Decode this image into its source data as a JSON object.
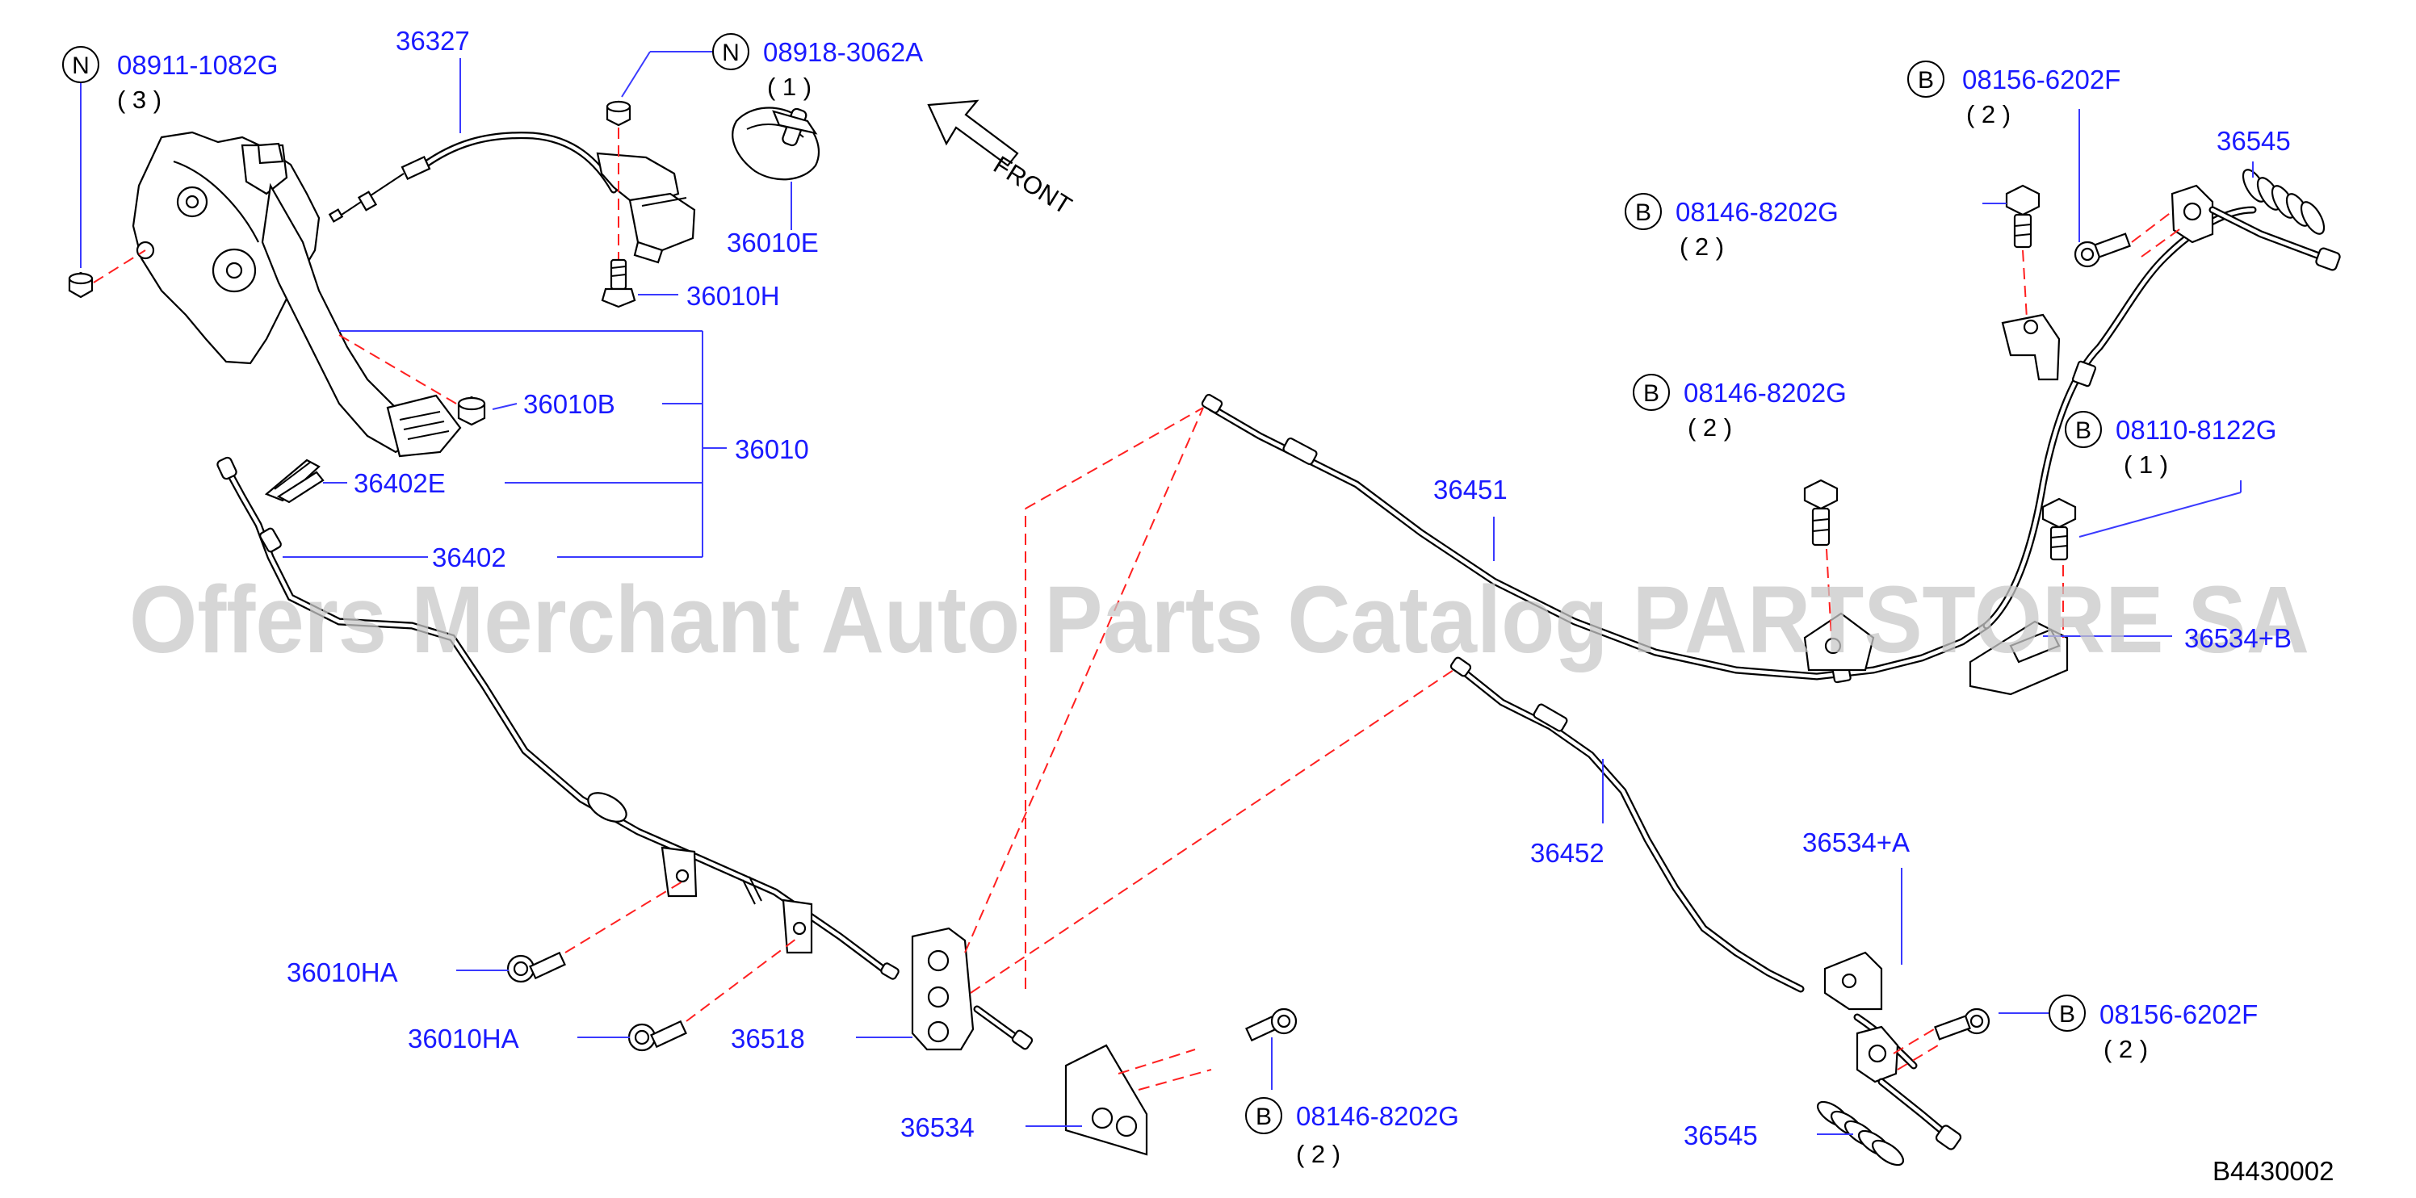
{
  "labels": {
    "p08911": "08911-1082G",
    "p08911_qty": "( 3 )",
    "p36327": "36327",
    "p08918": "08918-3062A",
    "p08918_qty": "( 1 )",
    "p36010E": "36010E",
    "p36010H": "36010H",
    "p36010B": "36010B",
    "p36010": "36010",
    "p36402E": "36402E",
    "p36402": "36402",
    "p36010HA_1": "36010HA",
    "p36010HA_2": "36010HA",
    "p36518": "36518",
    "p36534": "36534",
    "p08146_bottom": "08146-8202G",
    "p08146_bottom_qty": "( 2 )",
    "p36451": "36451",
    "p36452": "36452",
    "p36534A": "36534+A",
    "p36534B": "36534+B",
    "p08156_top": "08156-6202F",
    "p08156_top_qty": "( 2 )",
    "p36545_top": "36545",
    "p08146_top": "08146-8202G",
    "p08146_top_qty": "( 2 )",
    "p08146_mid": "08146-8202G",
    "p08146_mid_qty": "( 2 )",
    "p08110": "08110-8122G",
    "p08110_qty": "( 1 )",
    "p08156_bottom": "08156-6202F",
    "p08156_bottom_qty": "( 2 )",
    "p36545_bottom": "36545"
  },
  "markers": {
    "n1": "N",
    "n2": "N",
    "b1": "B",
    "b2": "B",
    "b3": "B",
    "b4": "B",
    "b5": "B",
    "b6": "B"
  },
  "front_label": "FRONT",
  "diagram_ref": "B4430002",
  "watermark": "Offers Merchant Auto Parts Catalog PARTSTORE SA",
  "colors": {
    "label": "#1a1aff",
    "leader": "#3a3aff",
    "dashed_guide": "#ff2020",
    "watermark": "#c8c8c8"
  }
}
